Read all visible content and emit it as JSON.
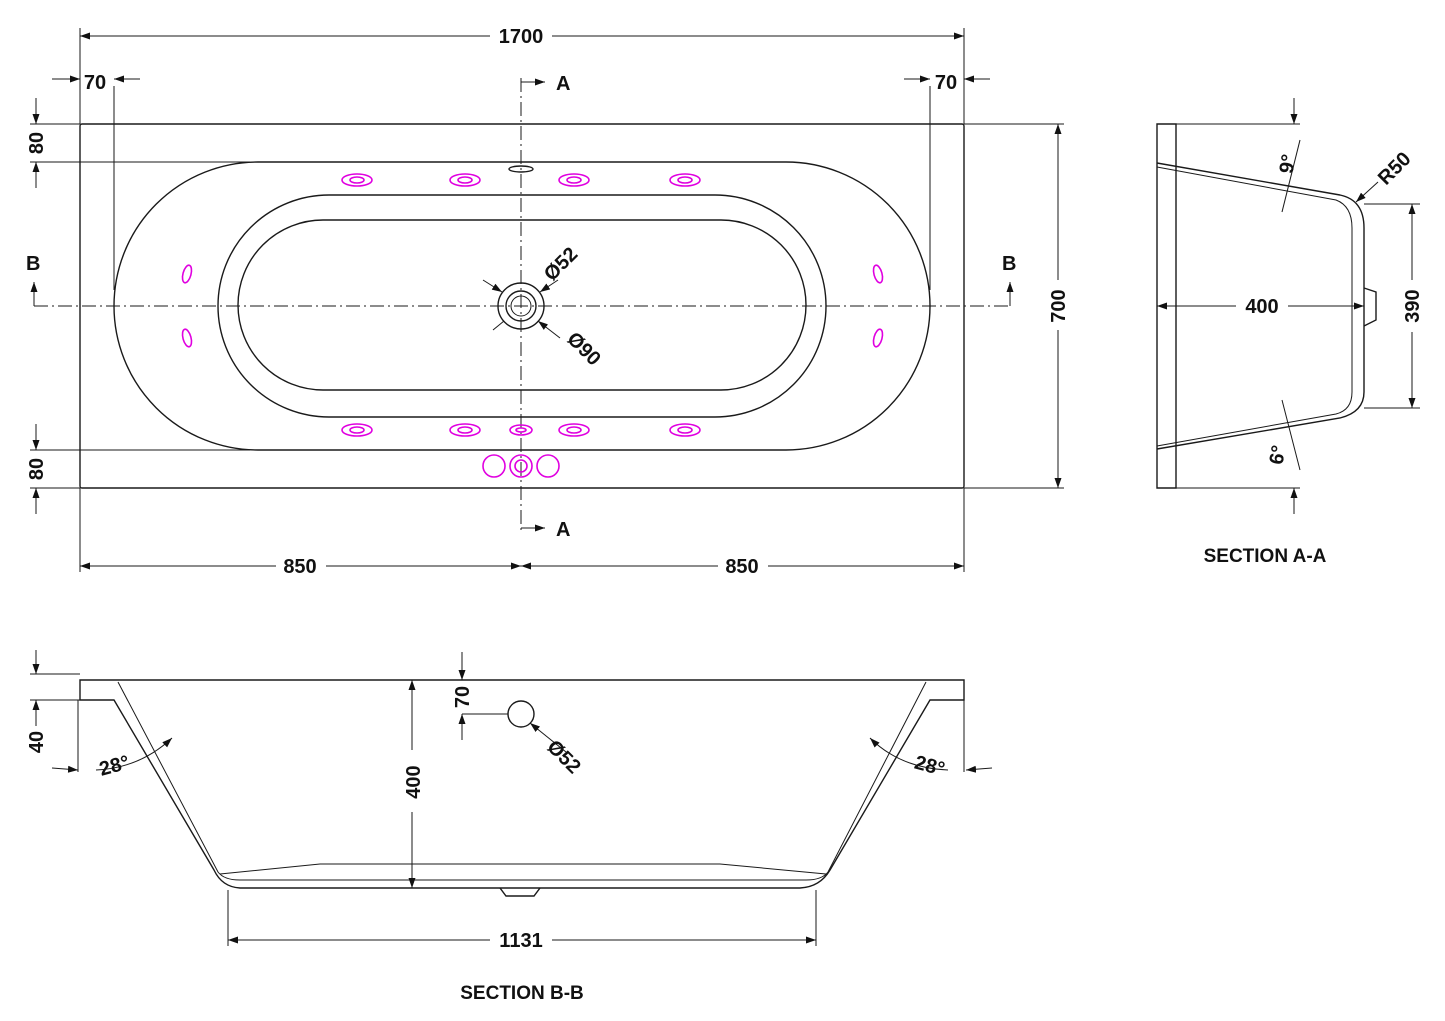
{
  "plan": {
    "total_length": "1700",
    "rim_left": "70",
    "rim_right": "70",
    "section_marker": "A",
    "width": "700",
    "rim_top": "80",
    "rim_bottom": "80",
    "bb_marker": "B",
    "half_left": "850",
    "half_right": "850",
    "waste_dia": "Ø52",
    "outlet_dia": "Ø90"
  },
  "section_aa": {
    "title": "SECTION A-A",
    "angle_top": "9°",
    "angle_bottom": "6°",
    "radius": "R50",
    "depth": "400",
    "height": "390"
  },
  "section_bb": {
    "title": "SECTION B-B",
    "lip": "40",
    "overflow_offset": "70",
    "overflow_dia": "Ø52",
    "depth": "400",
    "angle_left": "28°",
    "angle_right": "28°",
    "base_length": "1131"
  },
  "colors": {
    "line": "#1a1a1a",
    "jets": "#e000e0",
    "background": "#ffffff"
  }
}
